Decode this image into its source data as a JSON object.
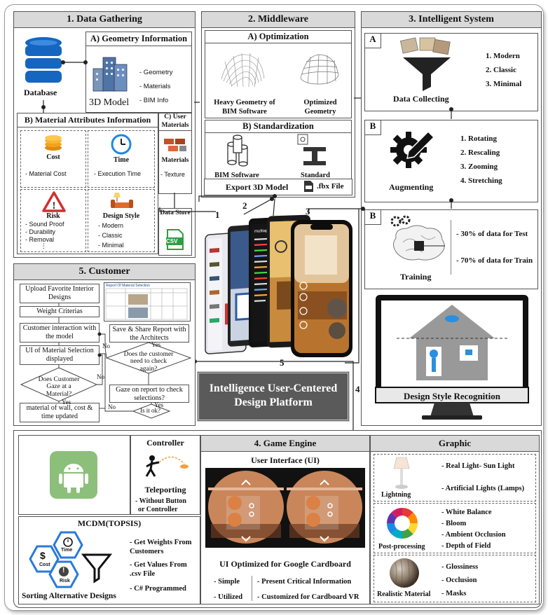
{
  "s1": {
    "title": "1. Data Gathering",
    "database": "Database",
    "geometry": {
      "title": "A) Geometry Information",
      "model": "3D Model",
      "items": [
        "- Geometry",
        "- Materials",
        "- BIM Info"
      ]
    },
    "material": {
      "title": "B) Material Attributes Information",
      "cost": {
        "label": "Cost",
        "items": [
          "- Material Cost"
        ]
      },
      "time": {
        "label": "Time",
        "items": [
          "- Execution Time"
        ]
      },
      "risk": {
        "label": "Risk",
        "items": [
          "- Sound Proof",
          "- Durability",
          "- Removal",
          "⋮"
        ]
      },
      "style": {
        "label": "Design Style",
        "items": [
          "- Modern",
          "- Classic",
          "- Minimal"
        ]
      }
    },
    "user_materials": {
      "title": "C) User Materials",
      "label": "Materials",
      "item": "- Texture"
    },
    "data_store": {
      "title": "Data Store",
      "csv": "CSV"
    }
  },
  "s2": {
    "title": "2. Middleware",
    "optimization": {
      "title": "A) Optimization",
      "heavy": "Heavy Geometry of BIM Software",
      "optimized": "Optimized Geometry"
    },
    "standardization": {
      "title": "B) Standardization",
      "bim": "BIM Software Materials",
      "standard": "Standard Materials"
    },
    "export": "Export 3D Model",
    "fbx": ".fbx File"
  },
  "s3": {
    "title": "3. Intelligent System",
    "a": {
      "letter": "A",
      "label": "Data Collecting",
      "items": [
        "1. Modern",
        "2. Classic",
        "3. Minimal"
      ]
    },
    "b1": {
      "letter": "B",
      "label": "Augmenting",
      "items": [
        "1. Rotating",
        "2. Rescaling",
        "3. Zooming",
        "4. Stretching"
      ]
    },
    "b2": {
      "letter": "B",
      "label": "Training",
      "items": [
        "- 30% of data for Test",
        "- 70% of data for Train"
      ]
    },
    "monitor": "Design Style Recognition"
  },
  "center": {
    "numbers": [
      "1",
      "2",
      "3",
      "4",
      "5"
    ],
    "platform_title": "Intelligence User-Centered Design Platform",
    "phone_tag": "multiapple.u"
  },
  "s5": {
    "title": "5. Customer",
    "report_title": "Report Of Material Selection",
    "flow": {
      "upload": "Upload Favorite Interior Designs",
      "weight": "Weight Criterias",
      "interaction": "Customer interaction with the model",
      "ui": "UI of Material Selection displayed",
      "gaze": "Does Customer Gaze at a Material?",
      "updated": "material of wall, cost & time updated",
      "save": "Save & Share Report with the Architects",
      "check": "Does the customer need to check again?",
      "gaze_report": "Gaze on report to check selections?",
      "ok": "Is it ok?",
      "yes": "Yes",
      "no": "No"
    }
  },
  "s4": {
    "title": "4. Game Engine",
    "controller": {
      "title": "Controller",
      "label": "Teleporting",
      "items": [
        "- Without Button",
        "or Controller"
      ]
    },
    "mcdm": {
      "title": "MCDM(TOPSIS)",
      "hex": [
        "Time",
        "Cost",
        "Risk"
      ],
      "hex_sym": [
        "$",
        "!"
      ],
      "sorting": "Sorting Alternative Designs",
      "items": [
        "- Get Weights From Customers",
        "- Get Values From .csv File",
        "- C# Programmed"
      ]
    },
    "ui": {
      "title": "User Interface (UI)",
      "caption": "UI Optimized for Google Cardboard",
      "left": [
        "- Simple",
        "- Utilized"
      ],
      "right": [
        "- Present Critical Information",
        "- Customized for Cardboard VR"
      ]
    },
    "graphic": {
      "title": "Graphic",
      "lightning": {
        "label": "Lightning",
        "items": [
          "- Real Light- Sun Light",
          "- Artificial Lights (Lamps)"
        ]
      },
      "post": {
        "label": "Post-processing",
        "items": [
          "- White Balance",
          "- Bloom",
          "- Ambient Occlusion",
          "- Depth of Field"
        ]
      },
      "material": {
        "label": "Realistic Material",
        "items": [
          "- Glossiness",
          "- Occlusion",
          "- Masks"
        ]
      }
    }
  }
}
